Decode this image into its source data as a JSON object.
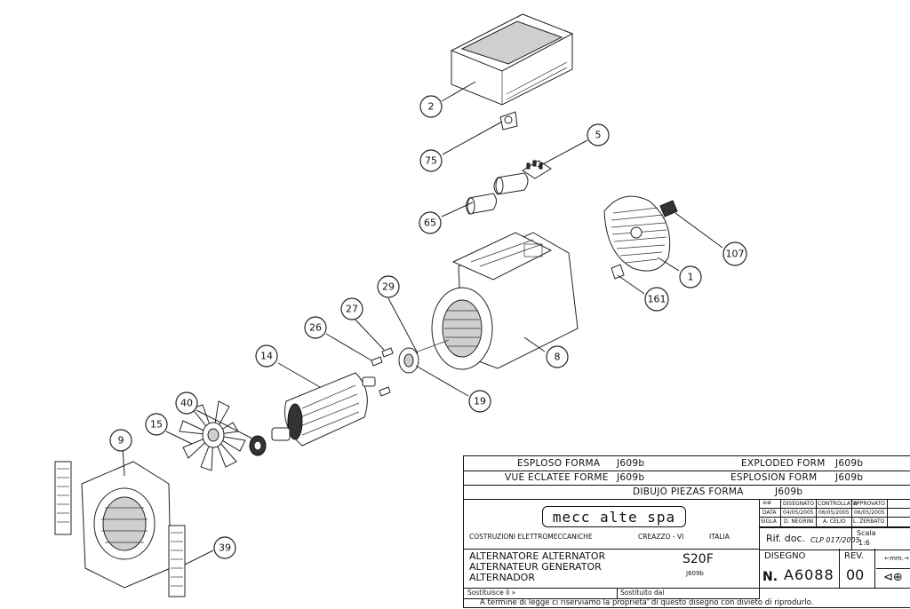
{
  "callouts": [
    "2",
    "75",
    "5",
    "65",
    "107",
    "1",
    "161",
    "8",
    "29",
    "19",
    "27",
    "26",
    "14",
    "40",
    "15",
    "9",
    "39"
  ],
  "title_block": {
    "row1_left": "ESPLOSO FORMA",
    "row1_left_code": "J609b",
    "row1_right": "EXPLODED FORM",
    "row1_right_code": "J609b",
    "row2_left": "VUE ECLATEE FORME",
    "row2_left_code": "J609b",
    "row2_right": "ESPLOSION FORM",
    "row2_right_code": "J609b",
    "row3": "DIBUJO PIEZAS FORMA",
    "row3_code": "J609b",
    "logo": "mecc alte spa",
    "company": "COSTRUZIONI ELETTROMECCANICHE",
    "city": "CREAZZO - VI",
    "country": "ITALIA",
    "header_disegnato": "DISEGNATO",
    "header_controllato": "CONTROLLATO",
    "header_approvato": "APPROVATO",
    "data_label": "DATA",
    "date_disegnato": "04/05/2005",
    "date_controllato": "06/05/2005",
    "date_approvato": "06/05/2005",
    "sigla_label": "SIGLA",
    "sigla_disegnato": "D. NEGRINI",
    "sigla_controllato": "A. CELIO",
    "sigla_approvato": "L. ZERBATO",
    "rif_doc_label": "Rif. doc.",
    "rif_doc_value": "CLP 017/2005",
    "scala_label": "Scala",
    "scala_value": "1:6",
    "description_line1": "ALTERNATORE ALTERNATOR",
    "description_line2": "ALTERNATEUR GENERATOR",
    "description_line3": "ALTERNADOR",
    "model": "S20F",
    "model_code": "J609b",
    "disegno_label": "DISEGNO",
    "drawing_prefix": "N.",
    "drawing_number": "A6088",
    "rev_label": "REV.",
    "rev_value": "00",
    "mm_label": "mm.",
    "sostituisce": "Sostituisce il »",
    "sostituito": "Sostituito dal",
    "footer": "A termine di legge ci riserviamo la proprieta' di questo disegno con divieto di riprodurlo."
  }
}
